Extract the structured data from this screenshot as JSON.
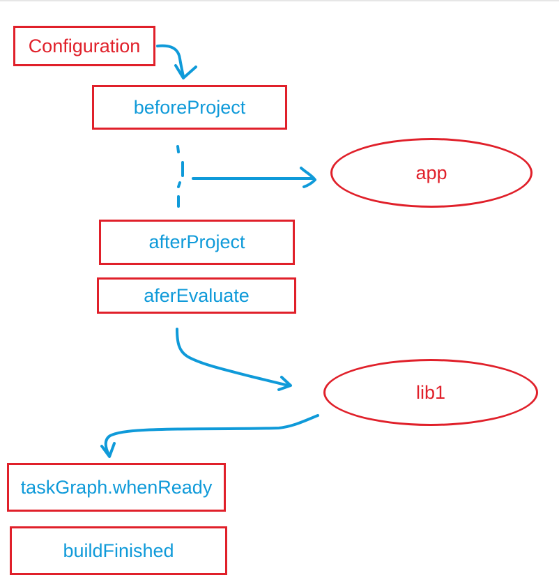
{
  "colors": {
    "box_border": "#e0202a",
    "label_red": "#e0202a",
    "label_blue": "#0f9ad9",
    "arrow": "#0f9ad9"
  },
  "nodes": {
    "configuration": "Configuration",
    "before_project": "beforeProject",
    "app": "app",
    "after_project": "afterProject",
    "afer_evaluate": "aferEvaluate",
    "lib1": "lib1",
    "task_graph_when_ready": "taskGraph.whenReady",
    "build_finished": "buildFinished"
  }
}
